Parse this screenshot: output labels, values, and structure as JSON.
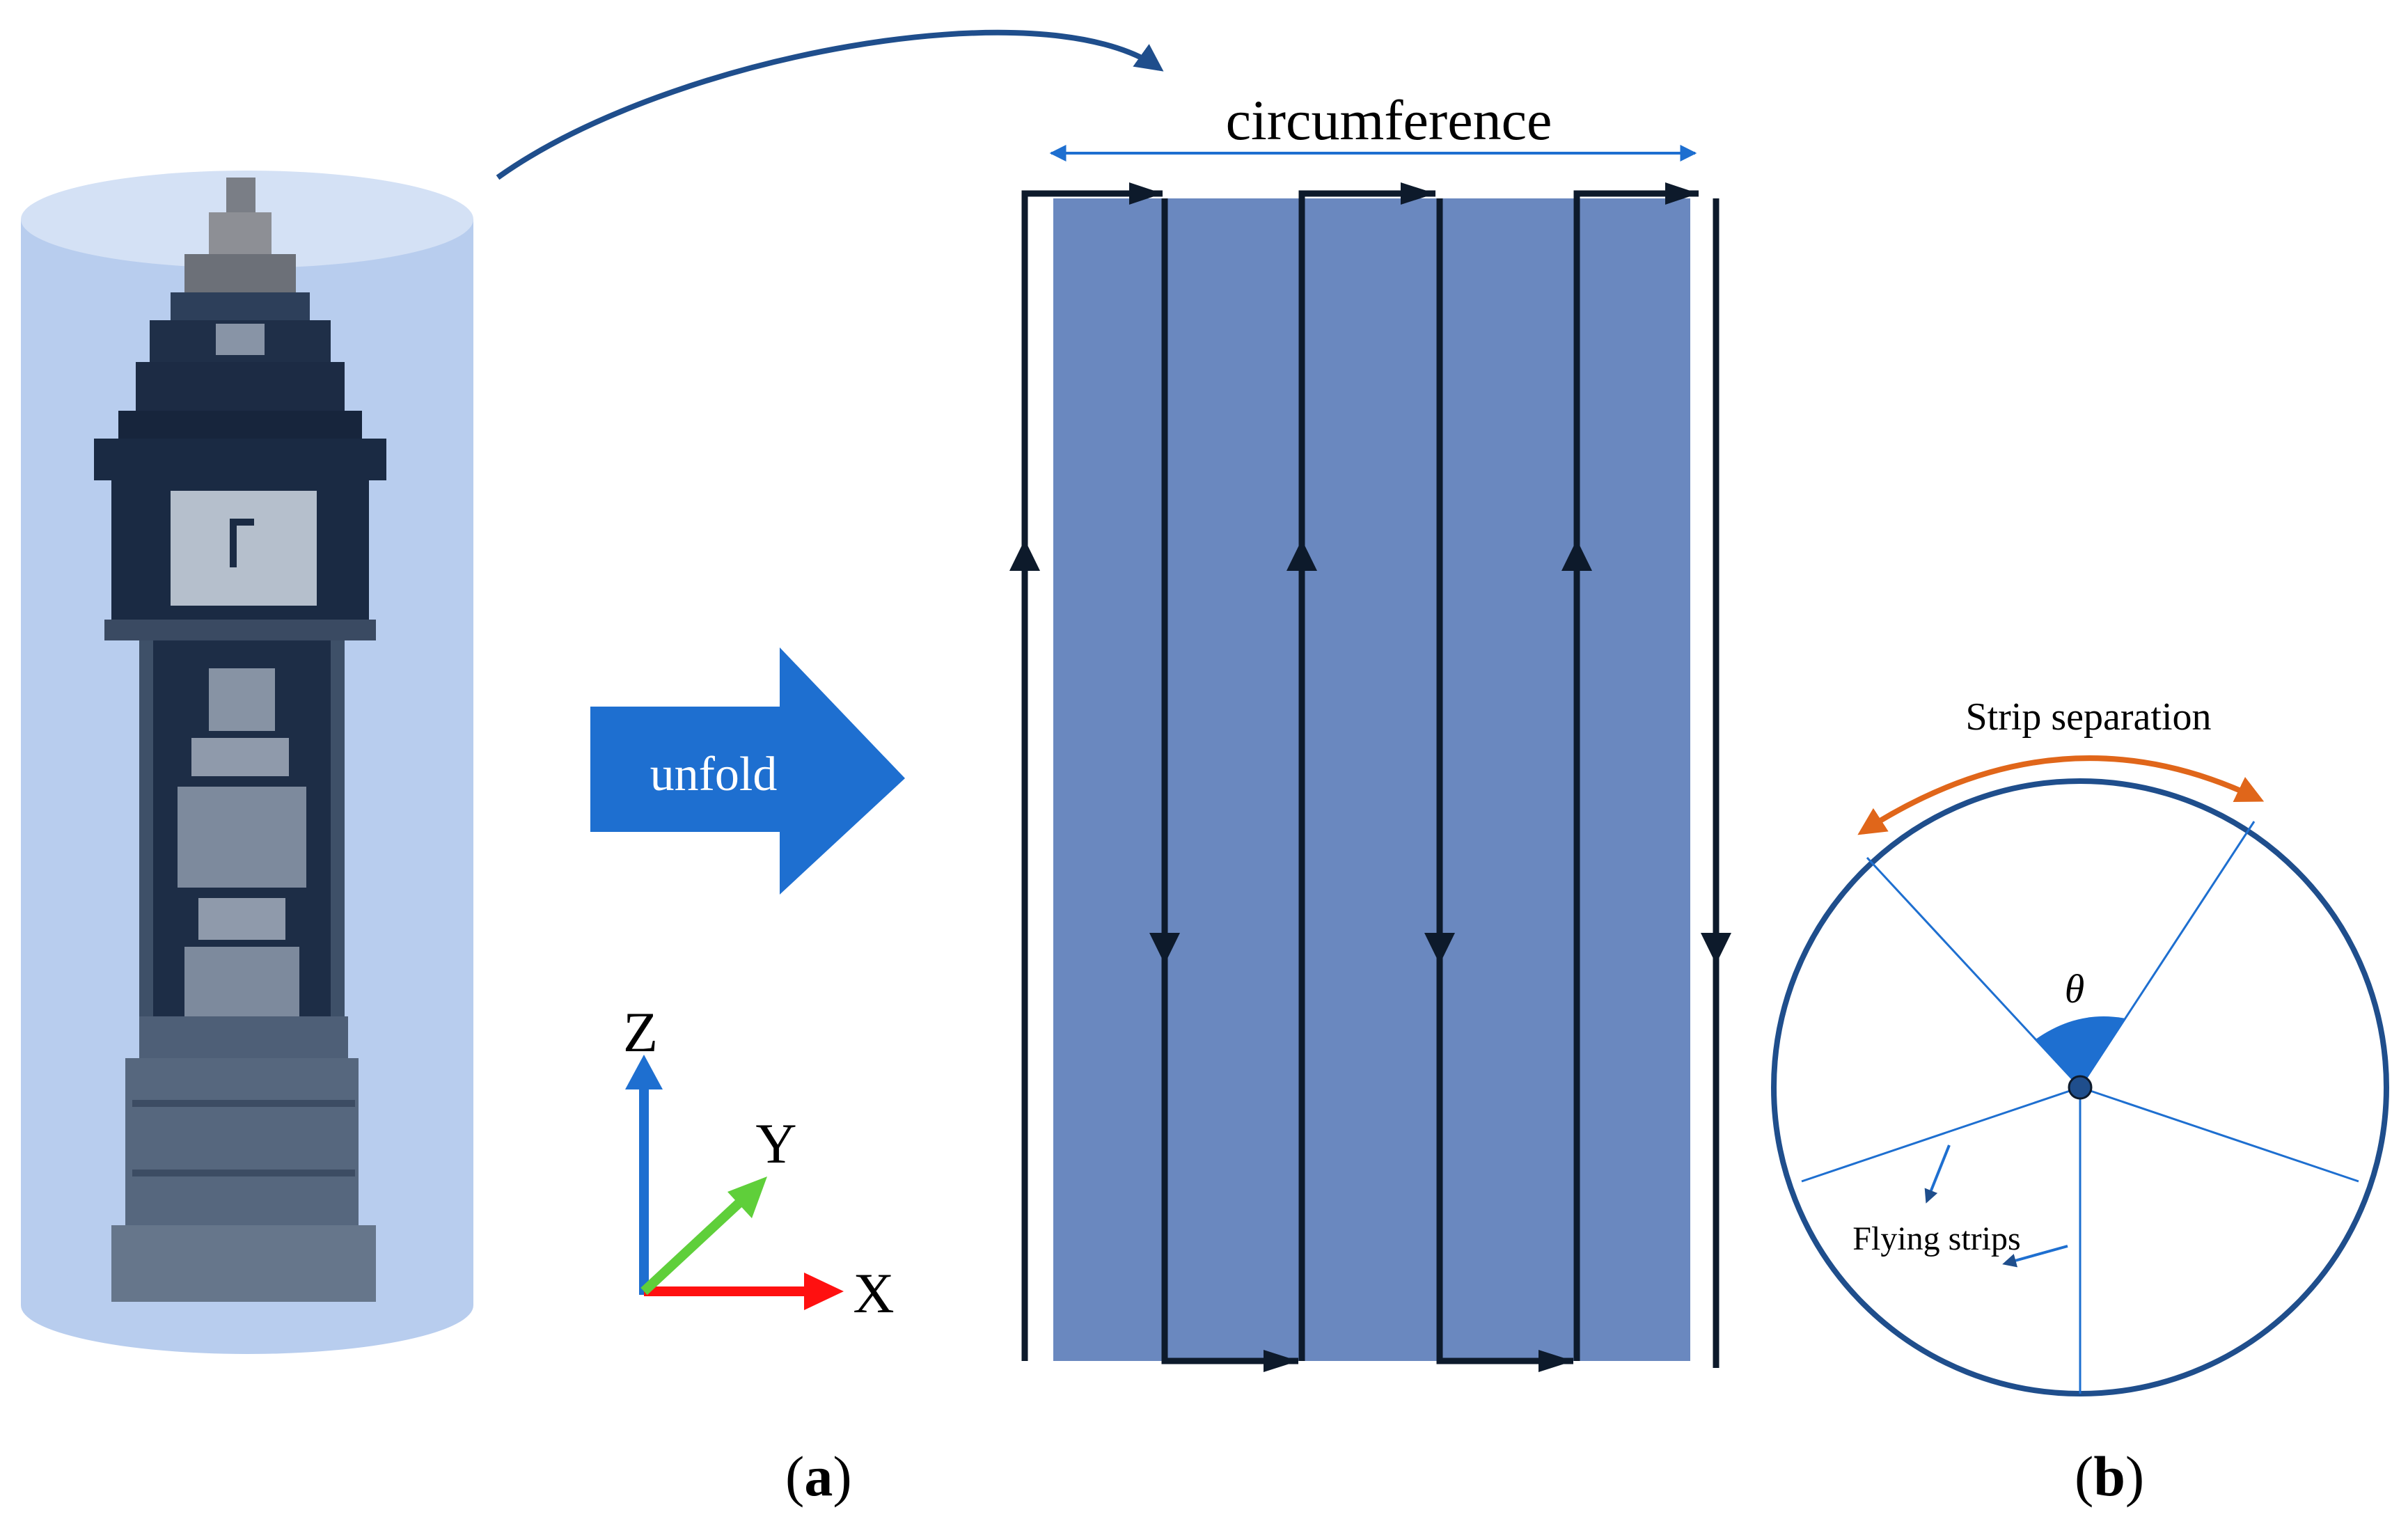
{
  "panel_a": {
    "unfold_arrow_label": "unfold",
    "circumference_label": "circumference",
    "axes": {
      "z": "Z",
      "y": "Y",
      "x": "X"
    },
    "caption": {
      "open": "(",
      "letter": "a",
      "close": ")"
    }
  },
  "panel_b": {
    "strip_separation_label": "Strip separation",
    "theta_label": "θ",
    "flying_strips_label": "Flying strips",
    "caption": {
      "open": "(",
      "letter": "b",
      "close": ")"
    }
  },
  "colors": {
    "cylinder_fill": "#b8cdee",
    "strip_fill": "#6a88bf",
    "arrow_blue": "#1e6fd0",
    "circle_blue": "#1f4e8c",
    "orange": "#e0661a",
    "axis_red": "#ff1010",
    "axis_green": "#5fcf3a"
  }
}
